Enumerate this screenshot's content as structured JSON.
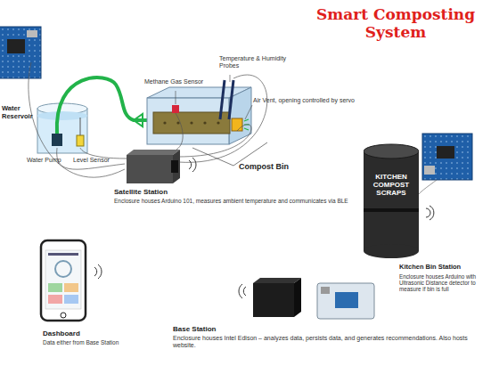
{
  "diagram": {
    "title": "Smart Composting System",
    "nodes": [
      {
        "text": [
          "Satellite Station",
          "Enclosure houses Arduino 101, measures ambient temperature and communicates via BLE"
        ]
      },
      {
        "text": [
          "KITCHEN COMPOST SCRAPS"
        ]
      },
      {
        "text": [
          "Dashboard",
          "Data either from Base Station"
        ]
      },
      {
        "text": [
          "Base Station",
          "Enclosure houses Intel Edison – analyzes data, persists data, and generates recommendations.  Also hosts website."
        ]
      }
    ],
    "labels": [
      "Water Reservoir",
      "Water Pump",
      "Level Sensor",
      "Methane Gas Sensor",
      "Temperature & Humidity Probes",
      "Air Vent, opening controlled by servo",
      "Compost Bin",
      "Kitchen Bin Station",
      "Enclosure houses Arduino with Ultrasonic Distance detector to measure if bin is full"
    ]
  }
}
